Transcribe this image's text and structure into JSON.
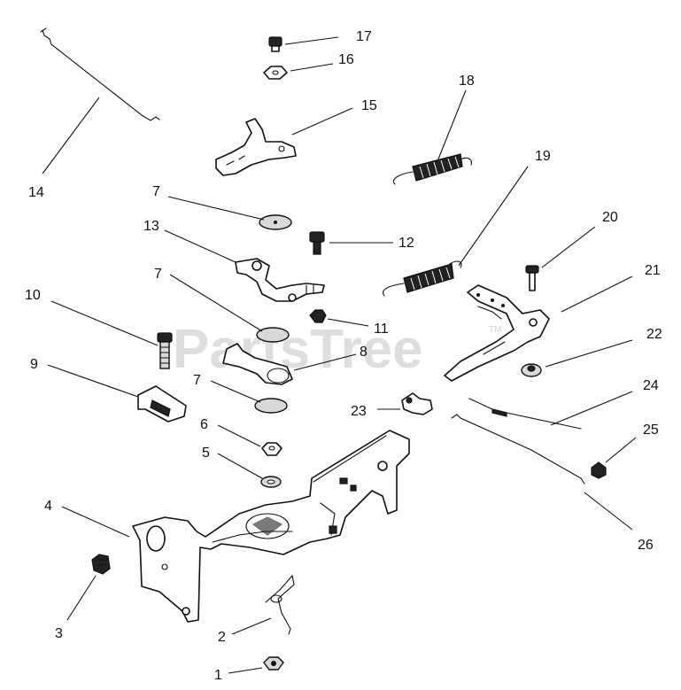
{
  "watermark": {
    "text": "PartsTree",
    "tm": "TM"
  },
  "callouts": [
    {
      "num": "1"
    },
    {
      "num": "2"
    },
    {
      "num": "3"
    },
    {
      "num": "4"
    },
    {
      "num": "5"
    },
    {
      "num": "6"
    },
    {
      "num": "7"
    },
    {
      "num": "7"
    },
    {
      "num": "7"
    },
    {
      "num": "8"
    },
    {
      "num": "9"
    },
    {
      "num": "10"
    },
    {
      "num": "11"
    },
    {
      "num": "12"
    },
    {
      "num": "13"
    },
    {
      "num": "14"
    },
    {
      "num": "15"
    },
    {
      "num": "16"
    },
    {
      "num": "17"
    },
    {
      "num": "18"
    },
    {
      "num": "19"
    },
    {
      "num": "20"
    },
    {
      "num": "21"
    },
    {
      "num": "22"
    },
    {
      "num": "23"
    },
    {
      "num": "24"
    },
    {
      "num": "25"
    },
    {
      "num": "26"
    }
  ]
}
